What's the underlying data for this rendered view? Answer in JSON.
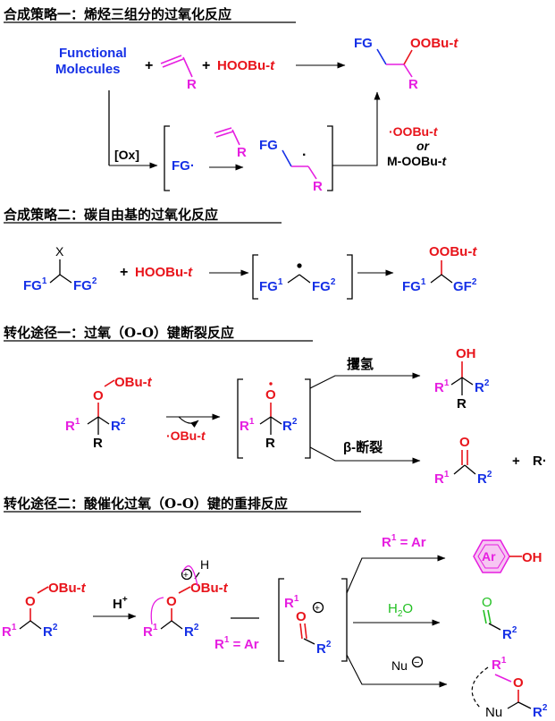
{
  "strategy1": {
    "title": "合成策略一：烯烃三组分的过氧化反应",
    "functional": "Functional",
    "molecules": "Molecules",
    "plus1": "+",
    "plus2": "+",
    "hooobu": "HOOBu-",
    "t": "t",
    "R": "R",
    "FG": "FG",
    "OOBu": "OOBu-",
    "ox": "[Ox]",
    "fg_radical": "FG·",
    "dot": "·",
    "radical_reagent": "·OOBu-",
    "or": "or",
    "m_reagent": "M-OOBu-"
  },
  "strategy2": {
    "title": "合成策略二：碳自由基的过氧化反应",
    "X": "X",
    "FG": "FG",
    "sup1": "1",
    "sup2": "2",
    "plus": "+",
    "hooobu": "HOOBu-",
    "t": "t",
    "OOBu": "OOBu-",
    "GF": "GF"
  },
  "path1": {
    "title": "转化途径一：过氧（O-O）键断裂反应",
    "OBu": "OBu-",
    "t": "t",
    "O": "O",
    "R": "R",
    "sup1": "1",
    "sup2": "2",
    "leaving": "·OBu-",
    "h_abstraction": "攫氢",
    "beta_scission": "β-断裂",
    "OH": "OH",
    "plus": "+",
    "R_radical": "R·"
  },
  "path2": {
    "title": "转化途径二：酸催化过氧（O-O）键的重排反应",
    "OBu": "OBu-",
    "t": "t",
    "O": "O",
    "R": "R",
    "sup1": "1",
    "sup2": "2",
    "H": "H",
    "Hplus": "H",
    "plus_sup": "+",
    "r1_ar": "R",
    "eq_ar": " = Ar",
    "plus_circle": "+",
    "Ar": "Ar",
    "OH": "OH",
    "H2O": "H",
    "H2O_sub": "2",
    "H2O_O": "O",
    "Nu": "Nu",
    "minus": "−"
  }
}
